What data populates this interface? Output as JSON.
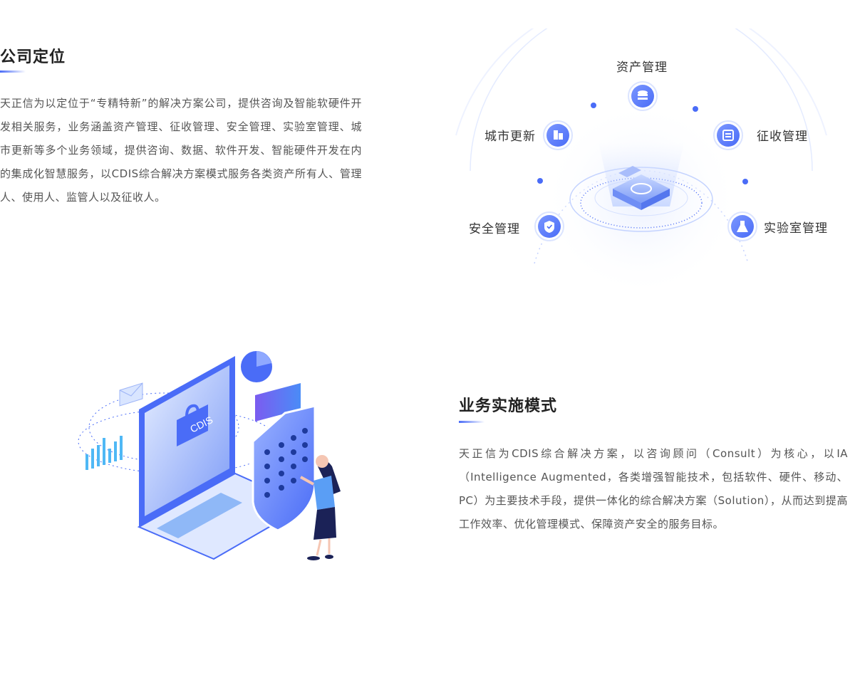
{
  "positioning": {
    "title": "公司定位",
    "paragraph": "天正信为以定位于“专精特新”的解决方案公司，提供咨询及智能软硬件开发相关服务，业务涵盖资产管理、征收管理、安全管理、实验室管理、城市更新等多个业务领域，提供咨询、数据、软件开发、智能硬件开发在内的集成化智慧服务，以CDIS综合解决方案模式服务各类资产所有人、管理人、使用人、监管人以及征收人。"
  },
  "domains": {
    "asset": "资产管理",
    "city": "城市更新",
    "expropriation": "征收管理",
    "safety": "安全管理",
    "lab": "实验室管理"
  },
  "illustration": {
    "screen_text": "CDIS"
  },
  "business_mode": {
    "title": "业务实施模式",
    "paragraph": "天正信为CDIS综合解决方案，以咨询顾问（Consult）为核心，以IA（Intelligence Augmented，各类增强智能技术，包括软件、硬件、移动、PC）为主要技术手段，提供一体化的综合解决方案（Solution），从而达到提高工作效率、优化管理模式、保障资产安全的服务目标。"
  },
  "colors": {
    "accent": "#4a6cf7",
    "node_blue": "#5b7cf5",
    "text_main": "#222222",
    "text_body": "#555555"
  }
}
